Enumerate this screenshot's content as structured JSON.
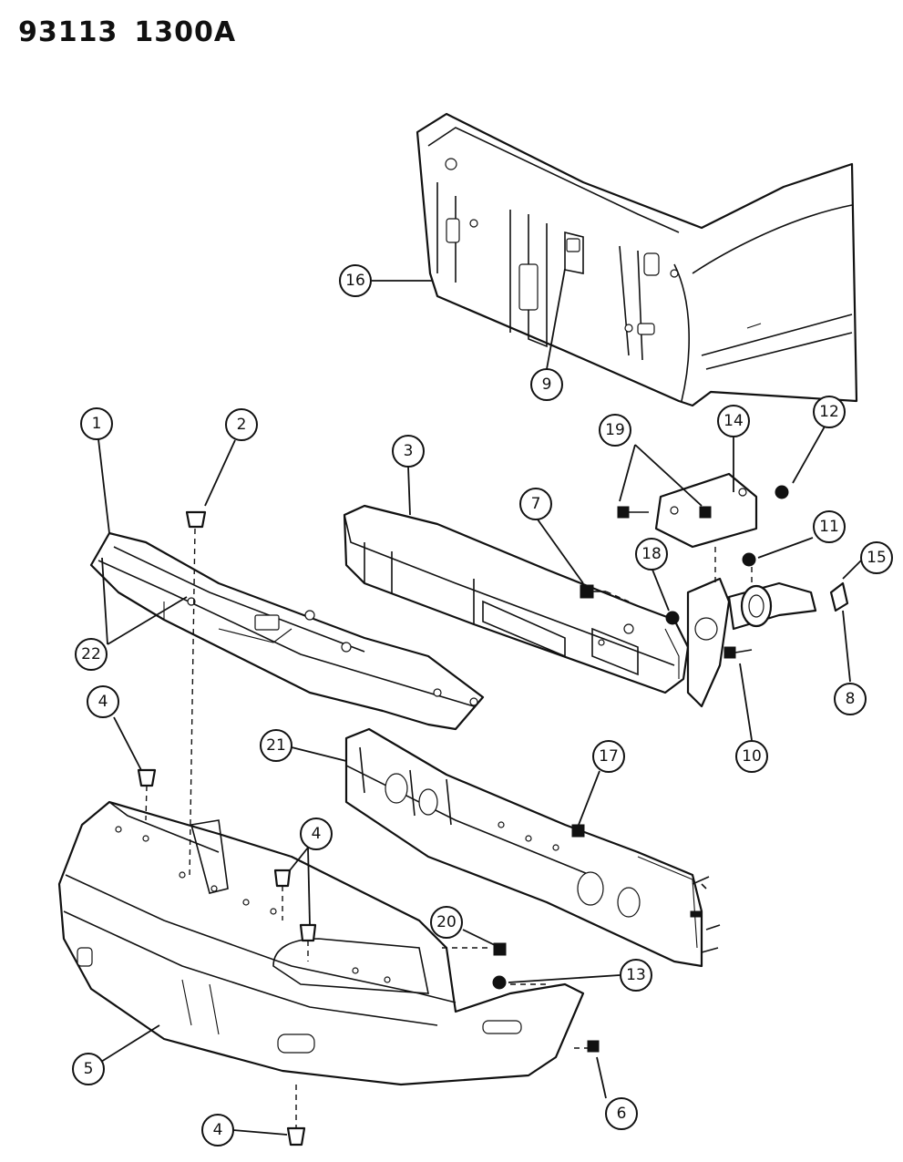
{
  "header": {
    "code_left": "93113",
    "code_right": "1300A"
  },
  "callouts": [
    {
      "n": "1"
    },
    {
      "n": "2"
    },
    {
      "n": "3"
    },
    {
      "n": "4"
    },
    {
      "n": "4"
    },
    {
      "n": "4"
    },
    {
      "n": "5"
    },
    {
      "n": "6"
    },
    {
      "n": "7"
    },
    {
      "n": "8"
    },
    {
      "n": "9"
    },
    {
      "n": "10"
    },
    {
      "n": "11"
    },
    {
      "n": "12"
    },
    {
      "n": "13"
    },
    {
      "n": "14"
    },
    {
      "n": "15"
    },
    {
      "n": "16"
    },
    {
      "n": "17"
    },
    {
      "n": "18"
    },
    {
      "n": "19"
    },
    {
      "n": "20"
    },
    {
      "n": "21"
    },
    {
      "n": "22"
    }
  ]
}
